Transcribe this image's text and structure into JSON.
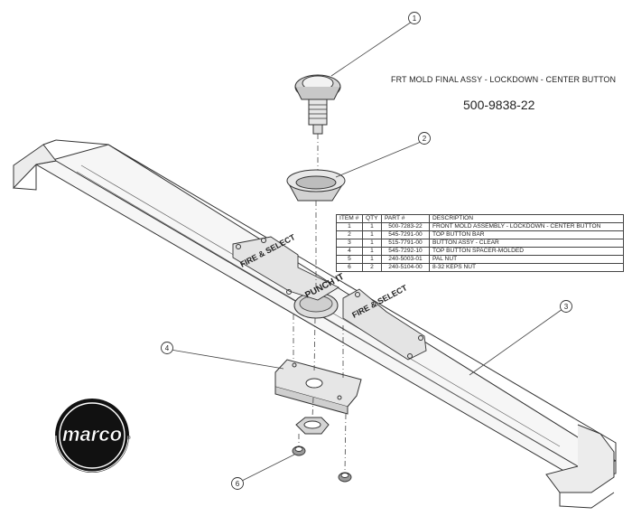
{
  "header": {
    "title": "FRT MOLD FINAL ASSY - LOCKDOWN - CENTER BUTTON",
    "part_number": "500-9838-22"
  },
  "bom": {
    "columns": [
      "ITEM #",
      "QTY",
      "PART #",
      "DESCRIPTION"
    ],
    "rows": [
      {
        "item": "1",
        "qty": "1",
        "part": "500-7283-22",
        "desc": "FRONT MOLD ASSEMBLY - LOCKDOWN - CENTER BUTTON"
      },
      {
        "item": "2",
        "qty": "1",
        "part": "545-7291-00",
        "desc": "TOP BUTTON BAR"
      },
      {
        "item": "3",
        "qty": "1",
        "part": "515-7791-00",
        "desc": "BUTTON ASSY - CLEAR"
      },
      {
        "item": "4",
        "qty": "1",
        "part": "545-7292-10",
        "desc": "TOP BUTTON SPACER-MOLDED"
      },
      {
        "item": "5",
        "qty": "1",
        "part": "240-5003-01",
        "desc": "PAL NUT"
      },
      {
        "item": "6",
        "qty": "2",
        "part": "240-5104-00",
        "desc": "8-32 KEPS NUT"
      }
    ]
  },
  "callouts": [
    "1",
    "2",
    "3",
    "4",
    "6"
  ],
  "plate_text": {
    "left_a": "FIRE & SELECT",
    "left_b": "PUNCH IT",
    "right_a": "FIRE & SELECT"
  },
  "logo": {
    "text": "marco"
  },
  "colors": {
    "line": "#333333",
    "logo": "#111111",
    "background": "#ffffff"
  }
}
